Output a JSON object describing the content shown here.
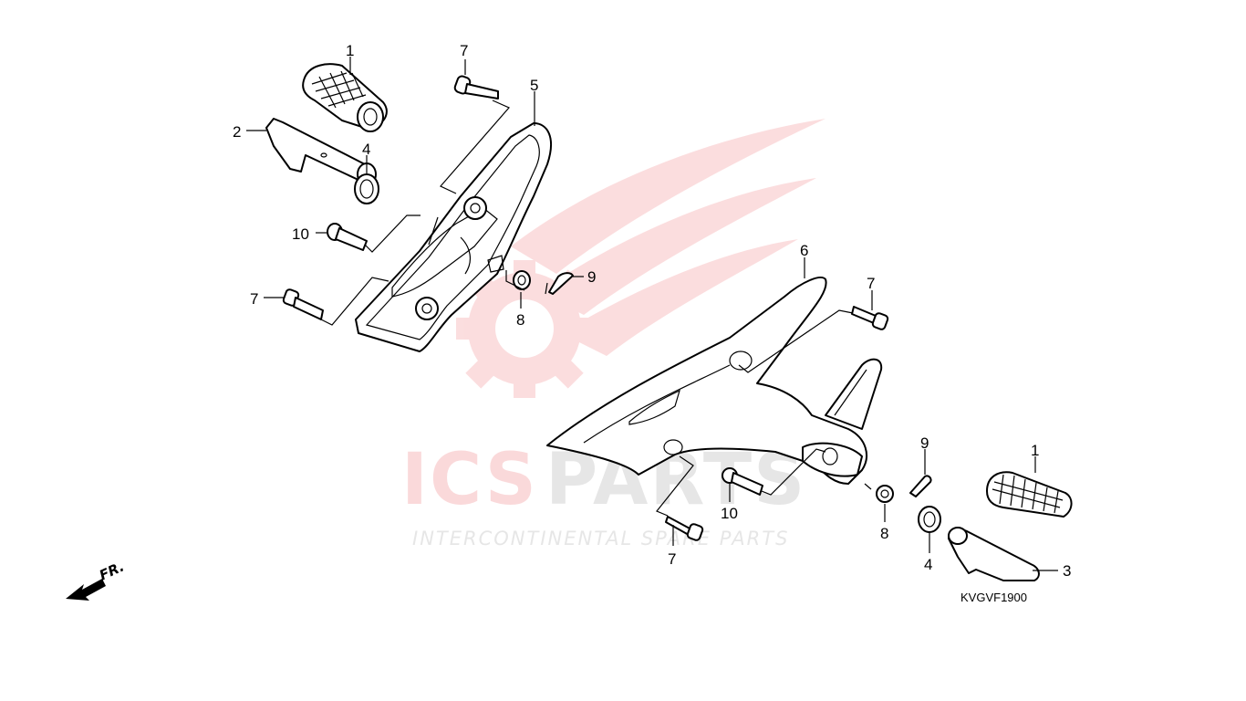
{
  "diagram": {
    "diagram_code": "KVGVF1900",
    "direction_label": "FR.",
    "watermark": {
      "brand_left": "ICS",
      "brand_right": "PARTS",
      "tagline": "INTERCONTINENTAL SPARE PARTS"
    },
    "callouts": [
      {
        "label": "1"
      },
      {
        "label": "2"
      },
      {
        "label": "4"
      },
      {
        "label": "7"
      },
      {
        "label": "5"
      },
      {
        "label": "10"
      },
      {
        "label": "7"
      },
      {
        "label": "8"
      },
      {
        "label": "9"
      },
      {
        "label": "6"
      },
      {
        "label": "7"
      },
      {
        "label": "9"
      },
      {
        "label": "1"
      },
      {
        "label": "10"
      },
      {
        "label": "8"
      },
      {
        "label": "4"
      },
      {
        "label": "3"
      },
      {
        "label": "7"
      }
    ],
    "colors": {
      "line": "#000000",
      "watermark_red": "#e8343a",
      "watermark_gray": "#9a9a9a"
    }
  }
}
